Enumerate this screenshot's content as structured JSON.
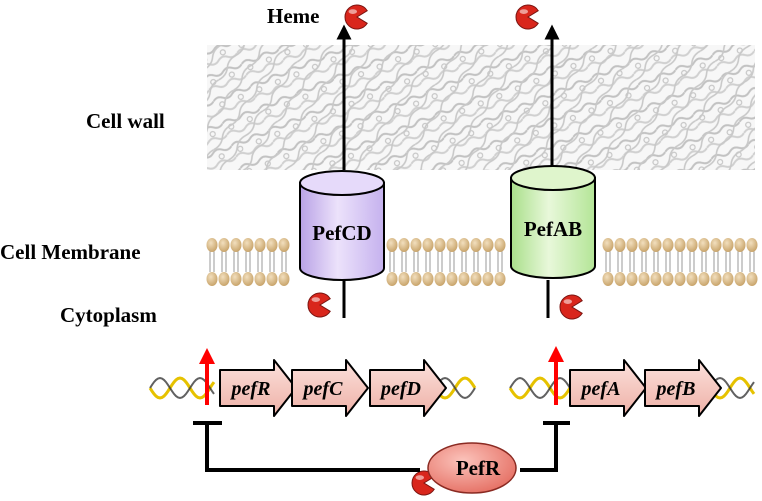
{
  "labels": {
    "heme": "Heme",
    "cell_wall": "Cell wall",
    "cell_membrane": "Cell Membrane",
    "cytoplasm": "Cytoplasm"
  },
  "transporters": {
    "left": "PefCD",
    "right": "PefAB"
  },
  "operons": {
    "left": [
      "pefR",
      "pefC",
      "pefD"
    ],
    "right": [
      "pefA",
      "pefB"
    ]
  },
  "regulator": "PefR",
  "colors": {
    "heme": "#d9261c",
    "pefcd_fill": "#d4c1f0",
    "pefab_fill": "#c9eeb0",
    "gene_fill": "#f5c8c0",
    "regulator_fill": "#f08a80",
    "promoter_arrow": "#ff0000",
    "membrane_head": "#d9bb8c",
    "cell_wall_line": "#c4c4c4"
  },
  "icons": [
    "heme-icon",
    "promoter-arrow-icon",
    "repression-bar-icon",
    "dna-helix-icon"
  ]
}
